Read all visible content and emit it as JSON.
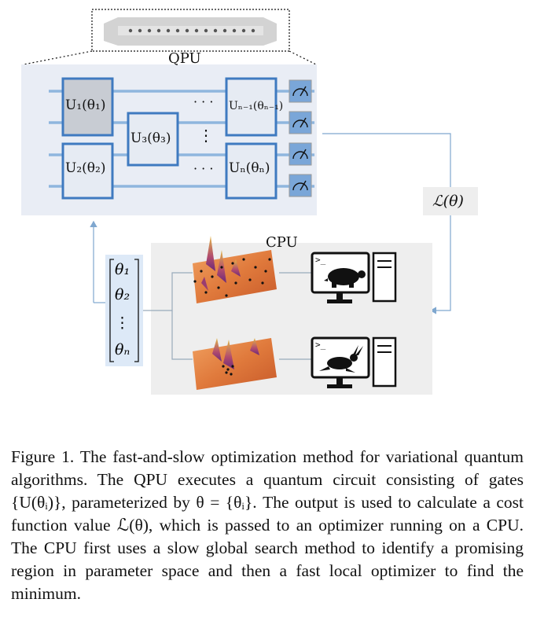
{
  "figure": {
    "qpu_label": "QPU",
    "cpu_label": "CPU",
    "cost_label": "ℒ(θ)",
    "gates": {
      "u1": "U₁(θ₁)",
      "u2": "U₂(θ₂)",
      "u3": "U₃(θ₃)",
      "un1": "Uₙ₋₁(θₙ₋₁)",
      "un": "Uₙ(θₙ)"
    },
    "dots_h": "· · ·",
    "dots_v": "⋮",
    "params": [
      "θ₁",
      "θ₂",
      "⋮",
      "θₙ"
    ],
    "terminal_prompt": ">_",
    "colors": {
      "qpu_panel": "#e9edf5",
      "cpu_panel": "#eeeeee",
      "gate_border": "#3f7ac0",
      "gate_fill": "#e6ebf3",
      "gate_fill_dark": "#c8ccd3",
      "wire": "#8fb6de",
      "arrow": "#7fa7cf",
      "param_box": "#dde9f7"
    },
    "icons": [
      "chip-icon",
      "measurement-icon",
      "turtle-icon",
      "rabbit-icon",
      "monitor-icon",
      "computer-tower-icon",
      "landscape-plot-icon"
    ]
  },
  "caption": {
    "text": "Figure 1.  The fast-and-slow optimization method for variational quantum algorithms. The QPU executes a quantum circuit consisting of gates {U(θᵢ)}, parameterized by θ = {θᵢ}. The output is used to calculate a cost function value ℒ(θ), which is passed to an optimizer running on a CPU. The CPU first uses a slow global search method to identify a promising region in parameter space and then a fast local optimizer to find the minimum."
  }
}
